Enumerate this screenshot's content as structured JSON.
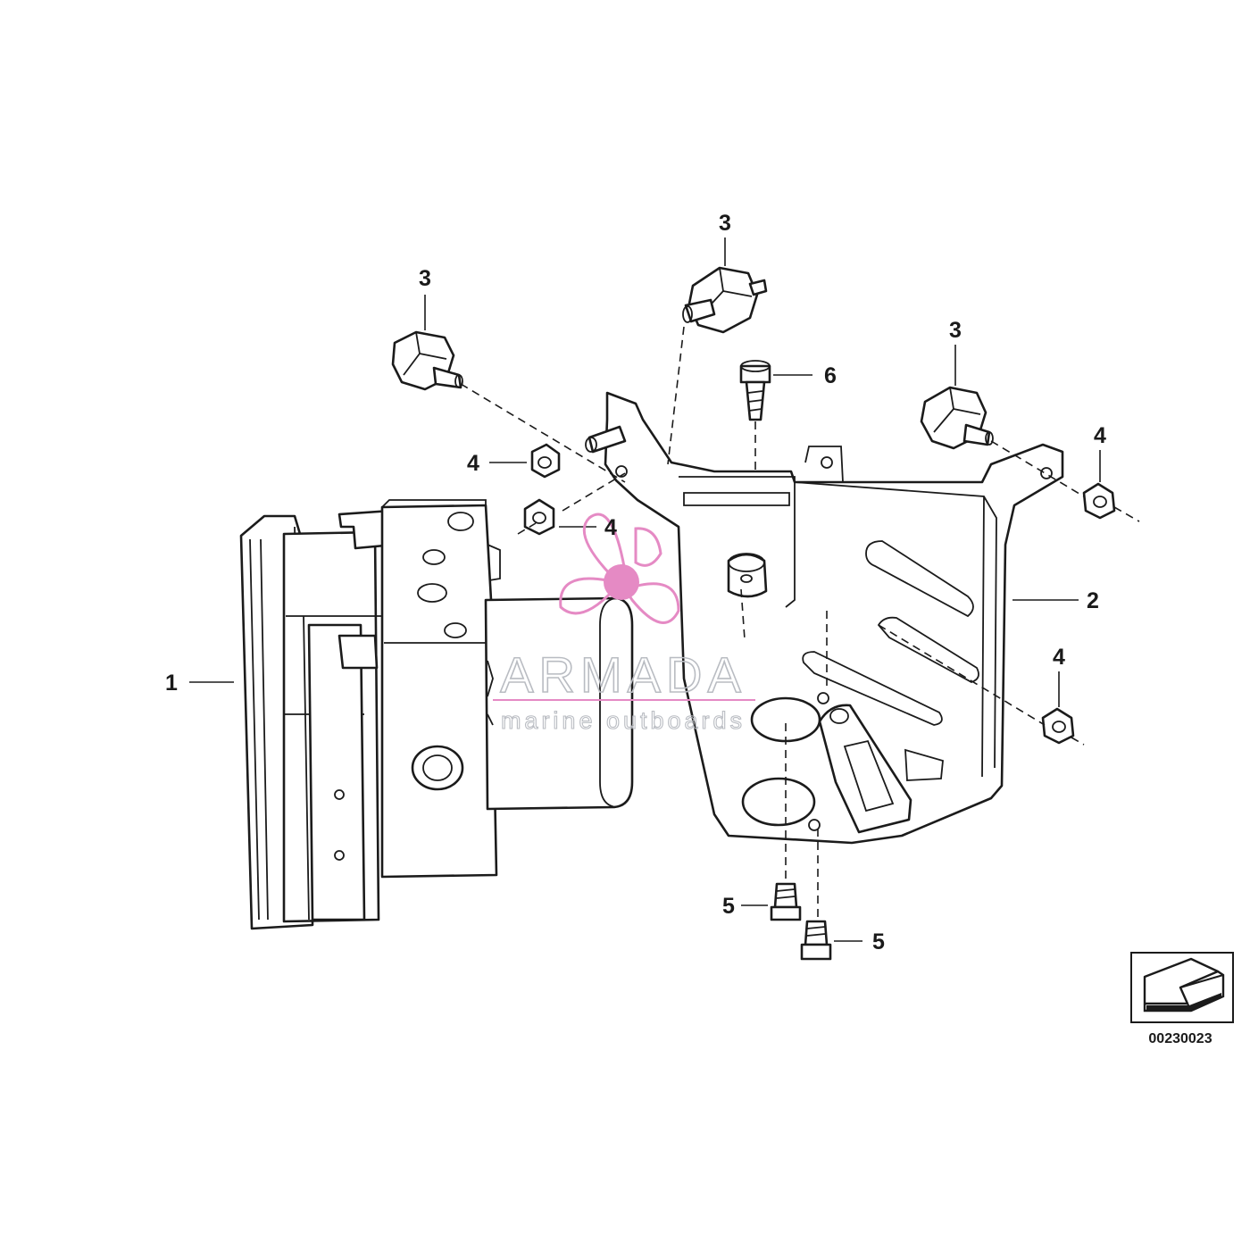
{
  "callouts": {
    "c1": "1",
    "c2": "2",
    "c3a": "3",
    "c3b": "3",
    "c3c": "3",
    "c4a": "4",
    "c4b": "4",
    "c4c": "4",
    "c4d": "4",
    "c5a": "5",
    "c5b": "5",
    "c6": "6"
  },
  "reference_code": "00230023",
  "watermark": {
    "title": "ARMADA",
    "subtitle": "marine outboards",
    "logo_icon": "propeller-icon",
    "accent_color": "#e58ac4",
    "text_color": "#b9bcc2"
  },
  "line_color": "#1b1b1b"
}
